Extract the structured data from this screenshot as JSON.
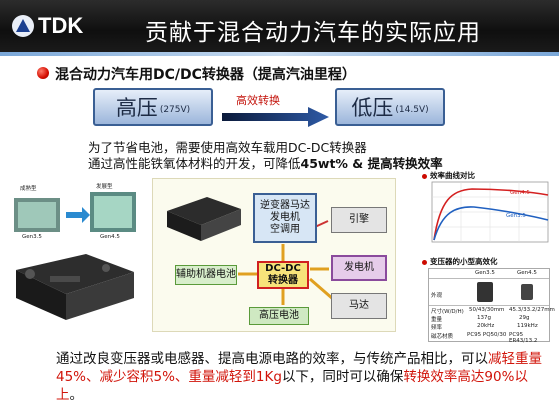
{
  "header": {
    "logo_text": "TDK",
    "title": "贡献于混合动力汽车的实际应用"
  },
  "subtitle": "混合动力汽车用DC/DC转换器（提高汽油里程）",
  "voltage": {
    "high_label": "高压",
    "high_value": "(275V)",
    "arrow_label": "高效转换",
    "low_label": "低压",
    "low_value": "(14.5V)"
  },
  "desc": {
    "line1": "为了节省电池，需要使用高效车载用DC-DC转换器",
    "line2_pre": "通过高性能铁氧体材料的开发，可降低",
    "line2_bold": "45wt% & 提高转换效率"
  },
  "photo_labels": {
    "left_name": "Gen3.5",
    "right_name": "Gen4.5",
    "left_tag": "成熟型",
    "right_tag": "发展型"
  },
  "diagram": {
    "inverter": "逆变器马达\n发电机\n空调用",
    "engine": "引擎",
    "generator": "发电机",
    "aux_battery": "辅助机器电池",
    "dcdc": "DC-DC\n转换器",
    "motor": "马达",
    "hv_battery": "高压电池"
  },
  "right_panel": {
    "curve_title": "效率曲线对比",
    "curve_series": [
      "Gen4.5",
      "Gen3.5"
    ],
    "transformer_title": "变压器的小型高效化",
    "col_headers": [
      "Gen3.5",
      "Gen4.5"
    ],
    "rows": [
      {
        "label": "外观",
        "values": [
          "",
          ""
        ]
      },
      {
        "label": "尺寸(W/D/H)",
        "values": [
          "50/43/30mm",
          "45.3/33.2/27mm"
        ]
      },
      {
        "label": "重量",
        "values": [
          "137g",
          "29g"
        ]
      },
      {
        "label": "频率",
        "values": [
          "20kHz",
          "119kHz"
        ]
      },
      {
        "label": "磁芯材质",
        "values": [
          "PC95 PQ50/30",
          "PC95 ER43/13.2"
        ]
      }
    ]
  },
  "bottom": {
    "p1": "通过改良变压器或电感器、提高电源电路的效率，与传统产品相比，可以",
    "r1": "减轻重量45%、减少容积5%、重量减轻到1Kg",
    "p2": "以下，同时可以确保",
    "r2": "转换效率高达90%以上",
    "p3": "。"
  },
  "colors": {
    "accent_red": "#d1140a",
    "header_bg": "#1a1a1a",
    "box_blue": "#3a5f94"
  }
}
